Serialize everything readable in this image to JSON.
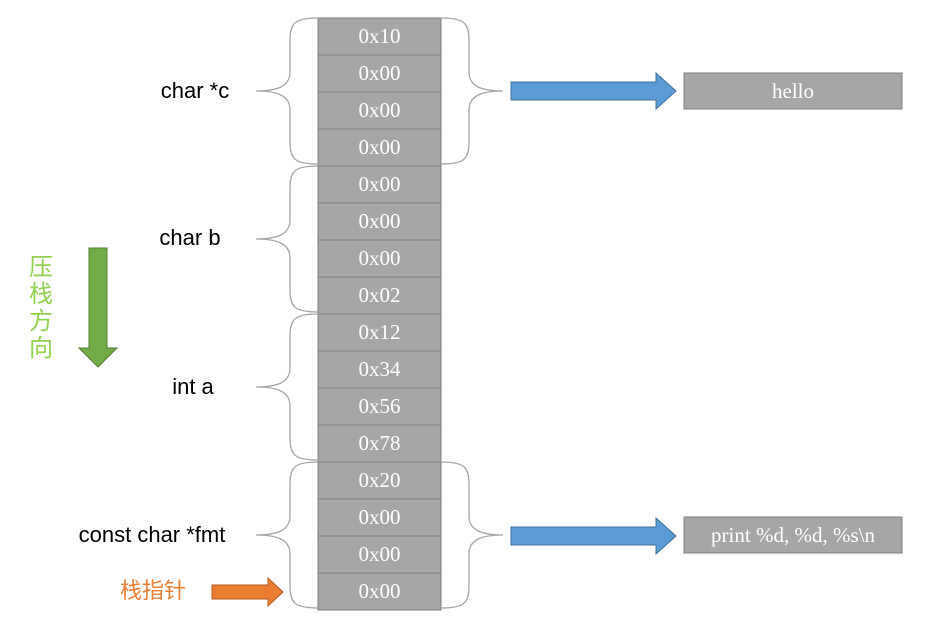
{
  "stack_cells": [
    "0x10",
    "0x00",
    "0x00",
    "0x00",
    "0x00",
    "0x00",
    "0x00",
    "0x02",
    "0x12",
    "0x34",
    "0x56",
    "0x78",
    "0x20",
    "0x00",
    "0x00",
    "0x00"
  ],
  "variables": [
    {
      "label": "char *c",
      "points_to": "hello"
    },
    {
      "label": "char b"
    },
    {
      "label": "int a"
    },
    {
      "label": "const char *fmt",
      "points_to": "print %d, %d, %s\\n"
    }
  ],
  "push_direction": {
    "label_chars": [
      "压",
      "栈",
      "方",
      "向"
    ],
    "color": "#70ad47",
    "text_color": "#92d050"
  },
  "stack_pointer": {
    "label": "栈指针",
    "color": "#ed7d31"
  },
  "colors": {
    "cell_fill": "#a6a6a6",
    "pointer_arrow": "#5b9bd5"
  }
}
